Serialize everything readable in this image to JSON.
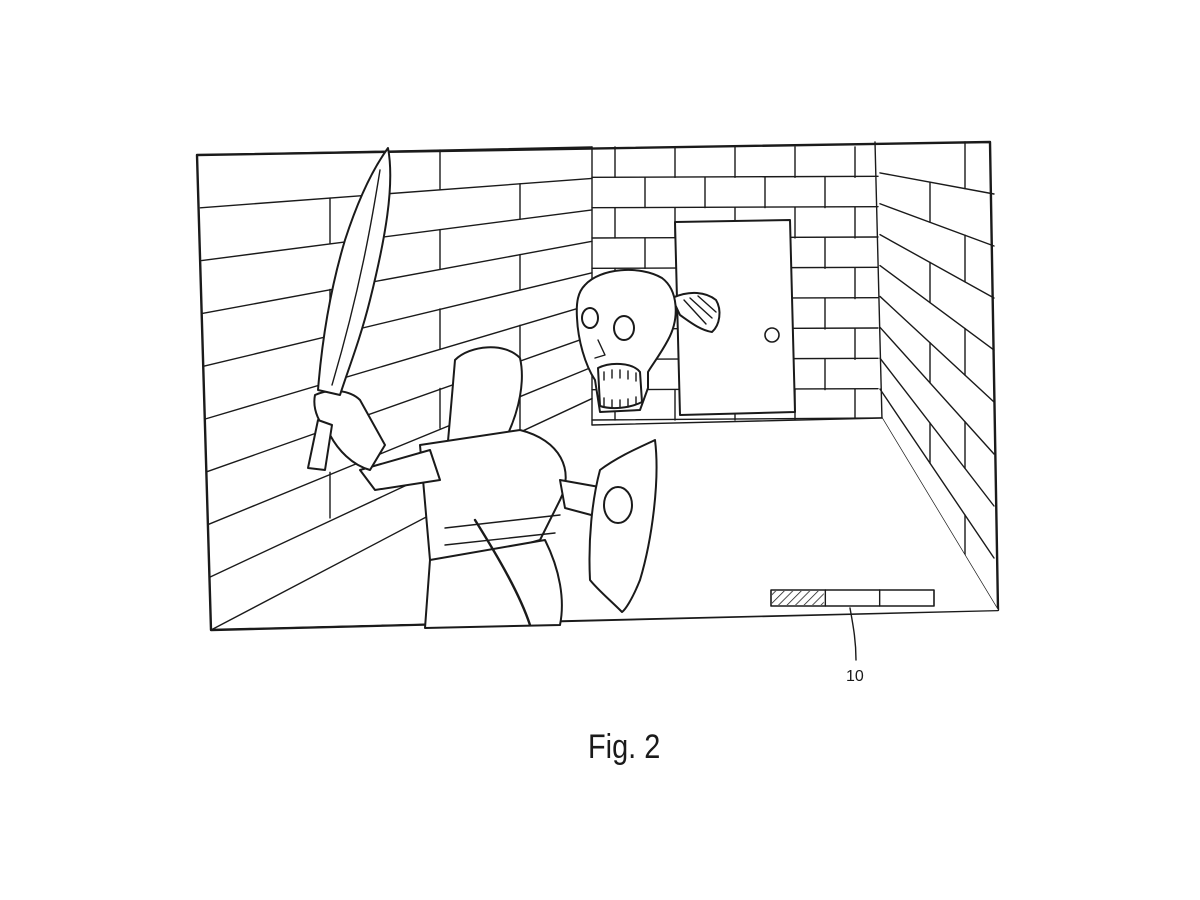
{
  "figure": {
    "caption": "Fig. 2",
    "reference_numeral": "10"
  },
  "hud": {
    "health_bar": {
      "segments": 3,
      "filled_fraction": 0.33,
      "fill_pattern": "hatched"
    }
  },
  "scene": {
    "elements": [
      "brick-wall-left",
      "brick-wall-back",
      "brick-wall-right",
      "floor",
      "door",
      "player-character",
      "sword",
      "shield",
      "skull-enemy"
    ]
  },
  "colors": {
    "ink": "#1a1a1a",
    "paper": "#ffffff"
  }
}
